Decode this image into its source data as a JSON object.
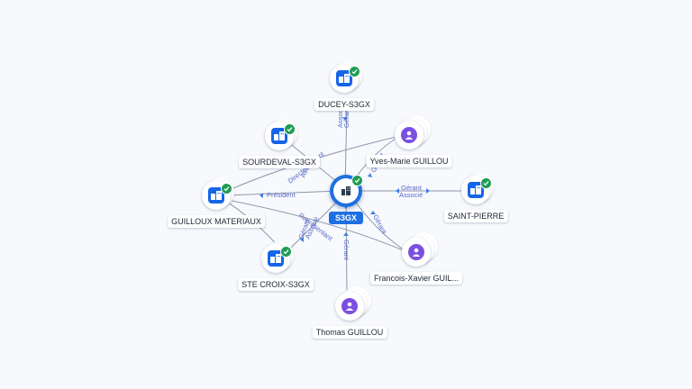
{
  "center": {
    "label": "S3GX",
    "icon": "company-icon",
    "verified": true
  },
  "nodes": [
    {
      "id": "ducey",
      "label": "DUCEY-S3GX",
      "kind": "company",
      "verified": true
    },
    {
      "id": "sourdeval",
      "label": "SOURDEVAL-S3GX",
      "kind": "company",
      "verified": true
    },
    {
      "id": "yves",
      "label": "Yves-Marie GUILLOU",
      "kind": "person",
      "verified": false
    },
    {
      "id": "guilloux",
      "label": "GUILLOUX MATERIAUX",
      "kind": "company",
      "verified": true
    },
    {
      "id": "saintpierre",
      "label": "SAINT-PIERRE",
      "kind": "company",
      "verified": true
    },
    {
      "id": "stecroix",
      "label": "STE CROIX-S3GX",
      "kind": "company",
      "verified": true
    },
    {
      "id": "francois",
      "label": "Francois-Xavier GUIL...",
      "kind": "person",
      "verified": false
    },
    {
      "id": "thomas",
      "label": "Thomas GUILLOU",
      "kind": "person",
      "verified": false
    }
  ],
  "edges": [
    {
      "id": "e-ducey",
      "roles": [
        "Gérant",
        "Associé"
      ]
    },
    {
      "id": "e-sourdeval",
      "roles": [
        "Gérant",
        "Directeur",
        "Associé"
      ]
    },
    {
      "id": "e-yves",
      "roles": [
        "Gérant"
      ]
    },
    {
      "id": "e-guilloux",
      "roles": [
        "Président"
      ]
    },
    {
      "id": "e-saintpierre",
      "roles": [
        "Gérant",
        "Associé"
      ]
    },
    {
      "id": "e-stecroix",
      "roles": [
        "Gérant",
        "Associé"
      ]
    },
    {
      "id": "e-francois",
      "roles": [
        "Gérant"
      ]
    },
    {
      "id": "e-thomas",
      "roles": [
        "Gérant"
      ]
    },
    {
      "id": "e-guilloux-extra",
      "roles": [
        "Représentant"
      ]
    }
  ],
  "colors": {
    "company": "#1565e8",
    "person": "#7b4fe0",
    "verified": "#1f9d55",
    "edge": "#8d97ab",
    "edge_label": "#5a6ac8"
  }
}
